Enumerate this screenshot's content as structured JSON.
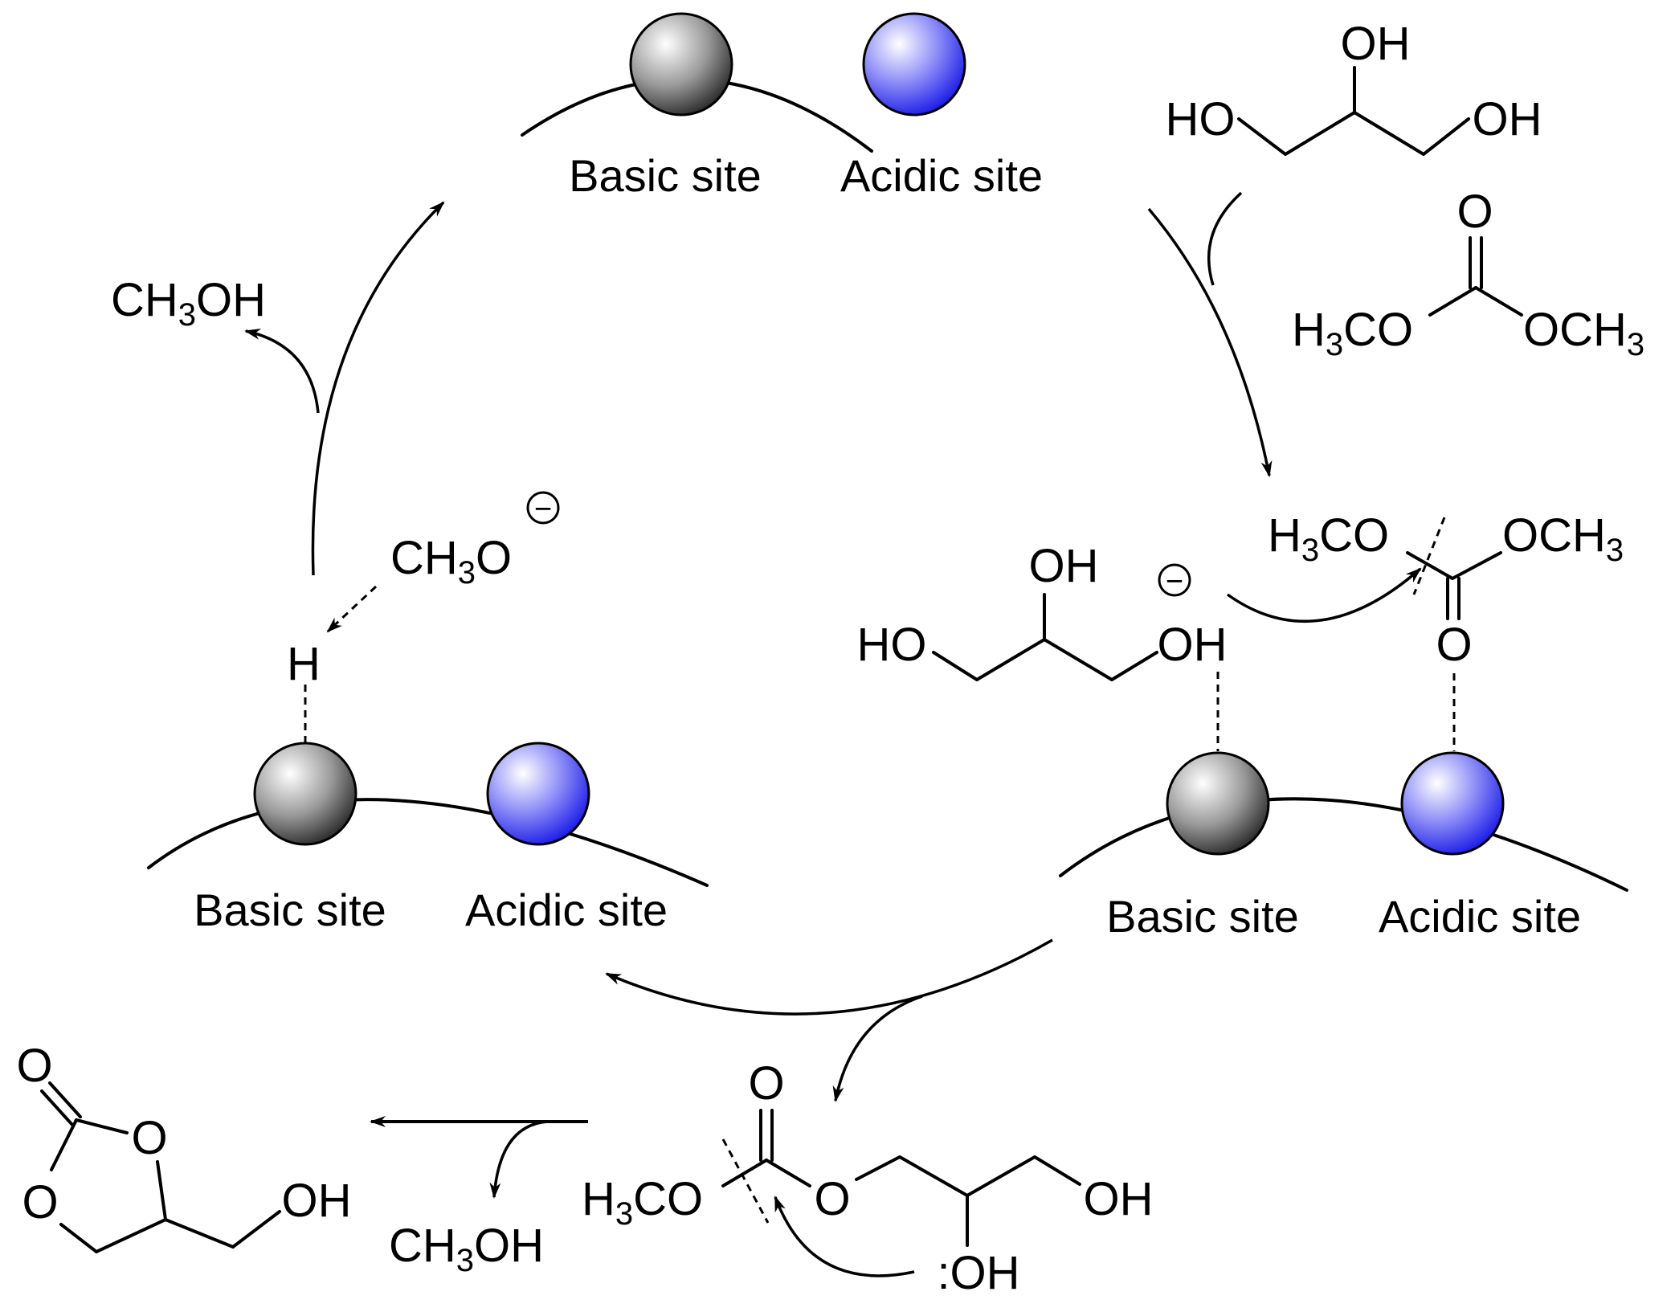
{
  "site_labels": {
    "basic": "Basic site",
    "acidic": "Acidic site"
  },
  "colors": {
    "basic_site": "#6e6e6e",
    "acidic_site": "#2020f0"
  },
  "species": {
    "glycerol": {
      "oh": "OH",
      "ho": "HO"
    },
    "dmc": {
      "o": "O",
      "h3co_h": "H",
      "h3co_3": "3",
      "h3co_co": "CO",
      "och3": "OCH",
      "och3_3": "3"
    },
    "methanol_top": {
      "ch": "CH",
      "sub": "3",
      "oh": "OH"
    },
    "methoxide": {
      "ch": "CH",
      "sub": "3",
      "o": "O",
      "charge": "−"
    },
    "bound_h": "H",
    "glycerol_anion_charge": "−",
    "intermediate": {
      "o": "O",
      "h3co_h": "H",
      "h3co_3": "3",
      "h3co_co": "CO",
      "oh": "OH",
      "lone_pair_oh": ":OH"
    },
    "methanol_bottom": {
      "ch": "CH",
      "sub": "3",
      "oh": "OH"
    },
    "glycerol_carbonate": {
      "o": "O",
      "oh": "OH"
    }
  }
}
